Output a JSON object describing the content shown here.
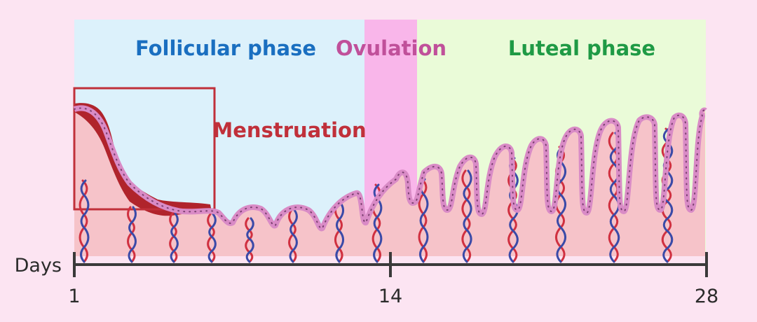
{
  "phases": [
    {
      "label": "Follicular phase",
      "color": "#1a6fc0"
    },
    {
      "label": "Ovulation",
      "color": "#c0509a"
    },
    {
      "label": "Luteal phase",
      "color": "#1f9a45"
    }
  ],
  "menstruation": {
    "label": "Menstruation",
    "color": "#c0303a"
  },
  "axis": {
    "title": "Days",
    "ticks": [
      "1",
      "14",
      "28"
    ]
  },
  "colors": {
    "background": "#fce4f2",
    "follicular_band": "#dcf1fb",
    "ovulation_band": "#f9b6ea",
    "luteal_band": "#eafbd8",
    "endometrium": "#f6c3c9",
    "cell": "#d98bc6",
    "artery": "#d03040",
    "vein": "#3a4aa8",
    "blood": "#b0242c"
  }
}
